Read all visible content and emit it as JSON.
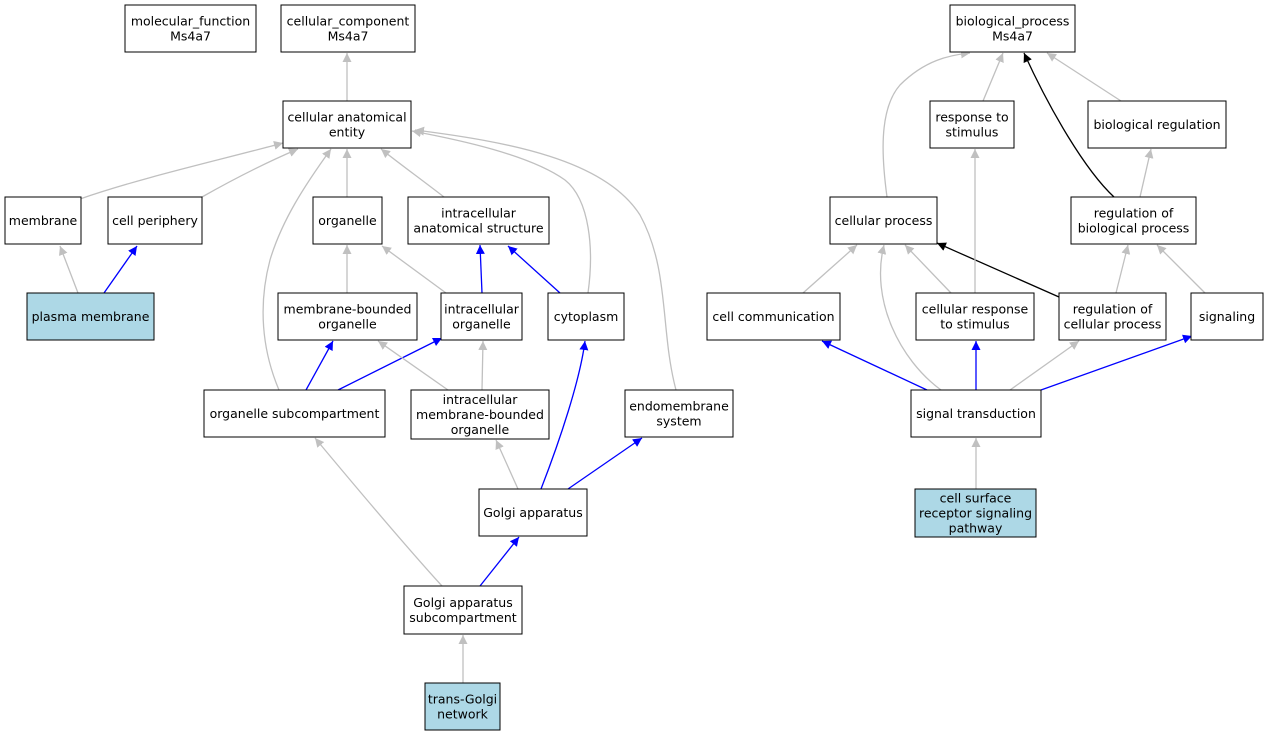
{
  "colors": {
    "node_fill": "#ffffff",
    "highlight_fill": "#add8e6",
    "edge_gray": "#c0c0c0",
    "edge_blue": "#0000ff",
    "edge_black": "#000000"
  },
  "nodes": [
    {
      "id": "mf",
      "lines": [
        "molecular_function",
        "Ms4a7"
      ],
      "highlight": false
    },
    {
      "id": "cc",
      "lines": [
        "cellular_component",
        "Ms4a7"
      ],
      "highlight": false
    },
    {
      "id": "bp",
      "lines": [
        "biological_process",
        "Ms4a7"
      ],
      "highlight": false
    },
    {
      "id": "cae",
      "lines": [
        "cellular anatomical",
        "entity"
      ],
      "highlight": false
    },
    {
      "id": "rts",
      "lines": [
        "response to",
        "stimulus"
      ],
      "highlight": false
    },
    {
      "id": "breg",
      "lines": [
        "biological regulation"
      ],
      "highlight": false
    },
    {
      "id": "memb",
      "lines": [
        "membrane"
      ],
      "highlight": false
    },
    {
      "id": "cper",
      "lines": [
        "cell periphery"
      ],
      "highlight": false
    },
    {
      "id": "org",
      "lines": [
        "organelle"
      ],
      "highlight": false
    },
    {
      "id": "ias",
      "lines": [
        "intracellular",
        "anatomical structure"
      ],
      "highlight": false
    },
    {
      "id": "cproc",
      "lines": [
        "cellular process"
      ],
      "highlight": false
    },
    {
      "id": "rbp",
      "lines": [
        "regulation of",
        "biological process"
      ],
      "highlight": false
    },
    {
      "id": "pm",
      "lines": [
        "plasma membrane"
      ],
      "highlight": true
    },
    {
      "id": "mbo",
      "lines": [
        "membrane-bounded",
        "organelle"
      ],
      "highlight": false
    },
    {
      "id": "io",
      "lines": [
        "intracellular",
        "organelle"
      ],
      "highlight": false
    },
    {
      "id": "cyto",
      "lines": [
        "cytoplasm"
      ],
      "highlight": false
    },
    {
      "id": "ccom",
      "lines": [
        "cell communication"
      ],
      "highlight": false
    },
    {
      "id": "crs",
      "lines": [
        "cellular response",
        "to stimulus"
      ],
      "highlight": false
    },
    {
      "id": "rcp",
      "lines": [
        "regulation of",
        "cellular process"
      ],
      "highlight": false
    },
    {
      "id": "sig",
      "lines": [
        "signaling"
      ],
      "highlight": false
    },
    {
      "id": "osub",
      "lines": [
        "organelle subcompartment"
      ],
      "highlight": false
    },
    {
      "id": "imbo",
      "lines": [
        "intracellular",
        "membrane-bounded",
        "organelle"
      ],
      "highlight": false
    },
    {
      "id": "endo",
      "lines": [
        "endomembrane",
        "system"
      ],
      "highlight": false
    },
    {
      "id": "st",
      "lines": [
        "signal transduction"
      ],
      "highlight": false
    },
    {
      "id": "golgi",
      "lines": [
        "Golgi apparatus"
      ],
      "highlight": false
    },
    {
      "id": "csrsp",
      "lines": [
        "cell surface",
        "receptor signaling",
        "pathway"
      ],
      "highlight": true
    },
    {
      "id": "gas",
      "lines": [
        "Golgi apparatus",
        "subcompartment"
      ],
      "highlight": false
    },
    {
      "id": "tgn",
      "lines": [
        "trans-Golgi",
        "network"
      ],
      "highlight": true
    }
  ],
  "edges": [
    {
      "from": "cae",
      "to": "cc",
      "color": "gray"
    },
    {
      "from": "memb",
      "to": "cae",
      "color": "gray"
    },
    {
      "from": "cper",
      "to": "cae",
      "color": "gray"
    },
    {
      "from": "org",
      "to": "cae",
      "color": "gray"
    },
    {
      "from": "ias",
      "to": "cae",
      "color": "gray"
    },
    {
      "from": "cyto",
      "to": "cae",
      "color": "gray"
    },
    {
      "from": "endo",
      "to": "cae",
      "color": "gray"
    },
    {
      "from": "osub",
      "to": "cae",
      "color": "gray"
    },
    {
      "from": "pm",
      "to": "memb",
      "color": "gray"
    },
    {
      "from": "pm",
      "to": "cper",
      "color": "blue"
    },
    {
      "from": "mbo",
      "to": "org",
      "color": "gray"
    },
    {
      "from": "io",
      "to": "org",
      "color": "gray"
    },
    {
      "from": "io",
      "to": "ias",
      "color": "blue"
    },
    {
      "from": "cyto",
      "to": "ias",
      "color": "blue"
    },
    {
      "from": "osub",
      "to": "mbo",
      "color": "blue"
    },
    {
      "from": "osub",
      "to": "io",
      "color": "blue"
    },
    {
      "from": "imbo",
      "to": "mbo",
      "color": "gray"
    },
    {
      "from": "imbo",
      "to": "io",
      "color": "gray"
    },
    {
      "from": "golgi",
      "to": "imbo",
      "color": "gray"
    },
    {
      "from": "golgi",
      "to": "cyto",
      "color": "blue"
    },
    {
      "from": "golgi",
      "to": "endo",
      "color": "blue"
    },
    {
      "from": "gas",
      "to": "osub",
      "color": "gray"
    },
    {
      "from": "gas",
      "to": "golgi",
      "color": "blue"
    },
    {
      "from": "tgn",
      "to": "gas",
      "color": "gray"
    },
    {
      "from": "cproc",
      "to": "bp",
      "color": "gray"
    },
    {
      "from": "rts",
      "to": "bp",
      "color": "gray"
    },
    {
      "from": "rbp",
      "to": "bp",
      "color": "black"
    },
    {
      "from": "breg",
      "to": "bp",
      "color": "gray"
    },
    {
      "from": "rbp",
      "to": "breg",
      "color": "gray"
    },
    {
      "from": "ccom",
      "to": "cproc",
      "color": "gray"
    },
    {
      "from": "crs",
      "to": "cproc",
      "color": "gray"
    },
    {
      "from": "st",
      "to": "cproc",
      "color": "gray"
    },
    {
      "from": "rcp",
      "to": "cproc",
      "color": "black"
    },
    {
      "from": "crs",
      "to": "rts",
      "color": "gray"
    },
    {
      "from": "rcp",
      "to": "rbp",
      "color": "gray"
    },
    {
      "from": "sig",
      "to": "rbp",
      "color": "gray"
    },
    {
      "from": "st",
      "to": "ccom",
      "color": "blue"
    },
    {
      "from": "st",
      "to": "crs",
      "color": "blue"
    },
    {
      "from": "st",
      "to": "rcp",
      "color": "gray"
    },
    {
      "from": "st",
      "to": "sig",
      "color": "blue"
    },
    {
      "from": "csrsp",
      "to": "st",
      "color": "gray"
    }
  ]
}
